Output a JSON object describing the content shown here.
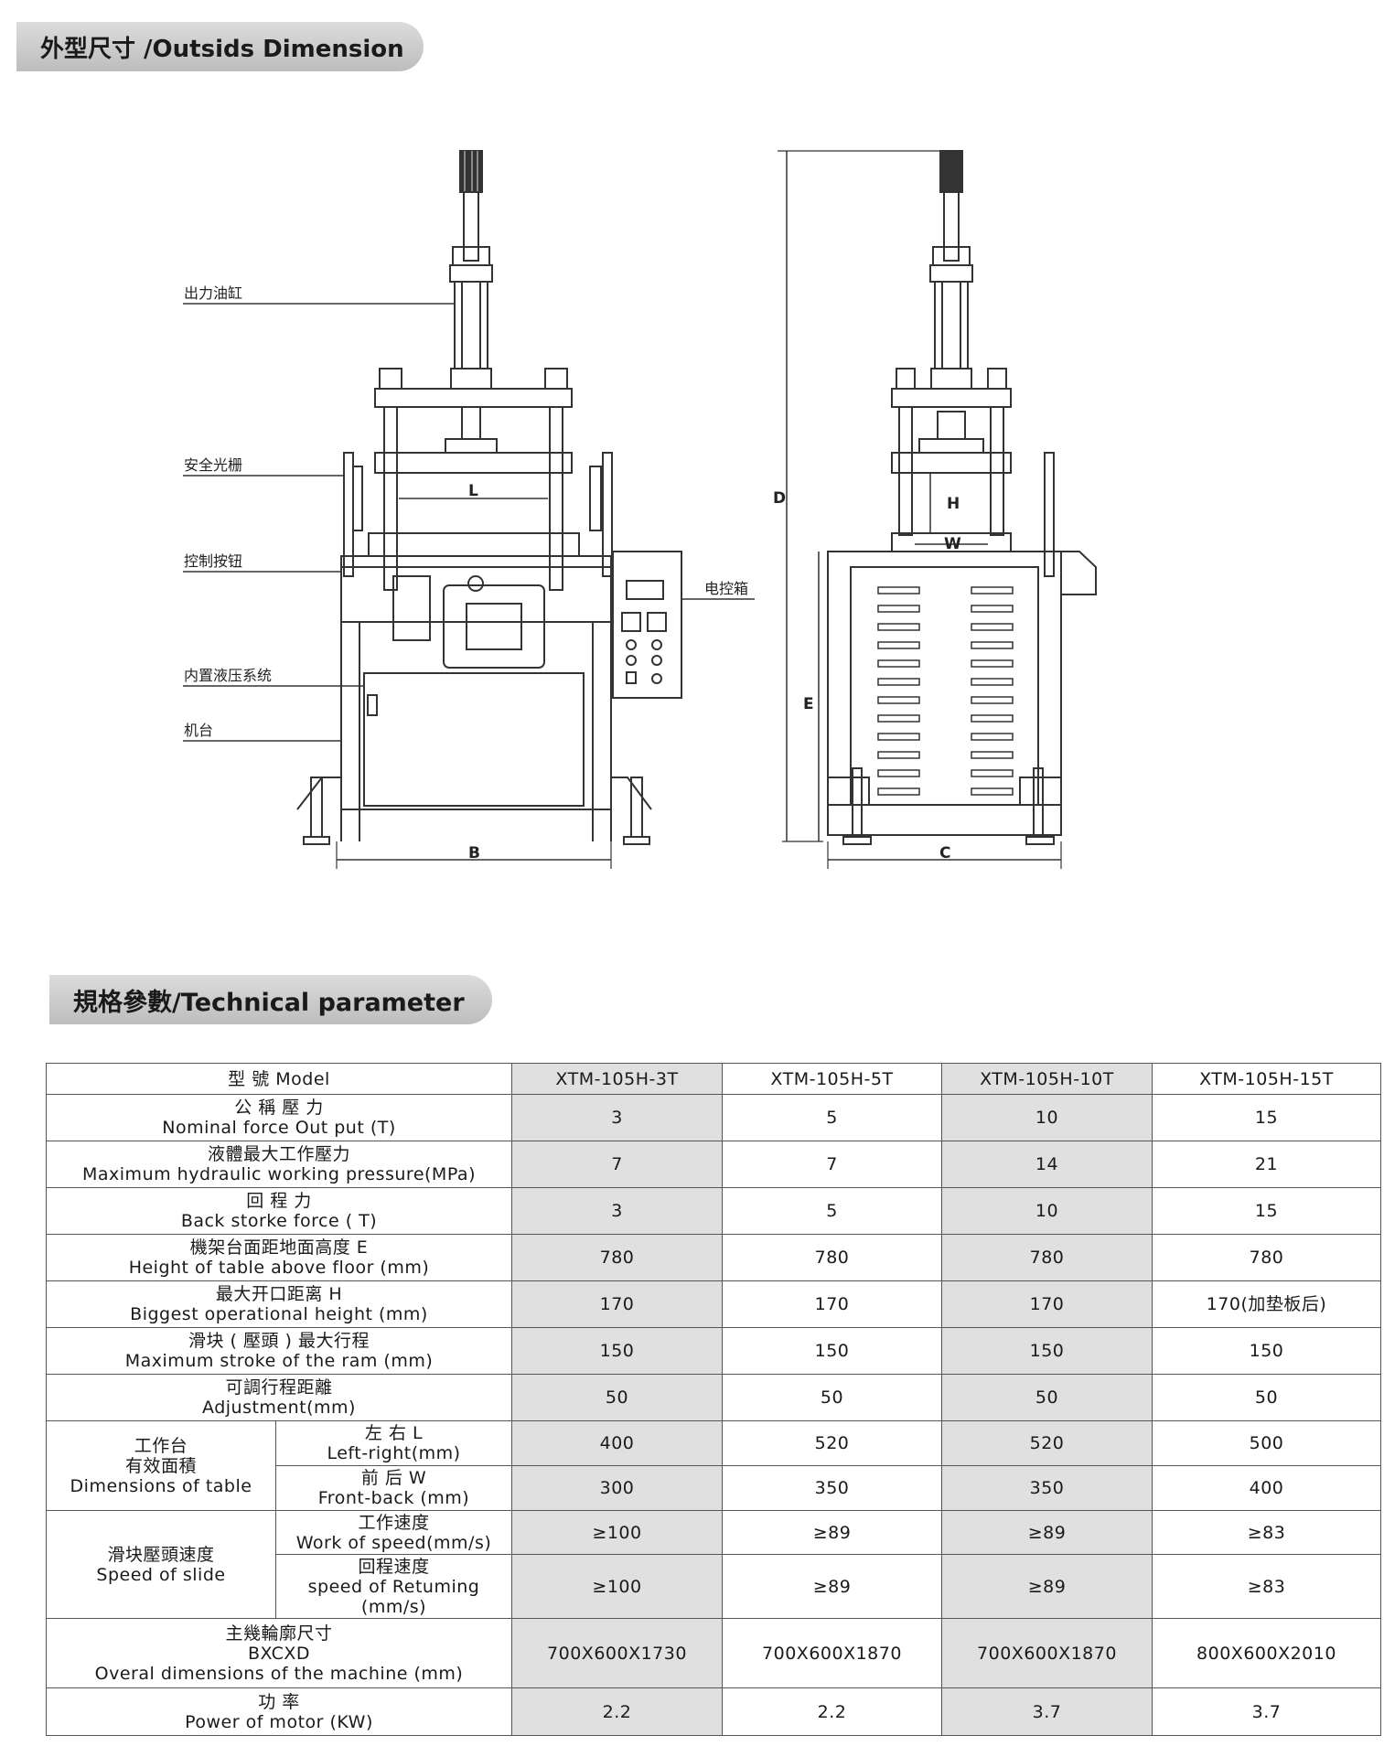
{
  "outside_dimension": {
    "title": "外型尺寸 /Outsids Dimension",
    "callouts": [
      "出力油缸",
      "安全光栅",
      "控制按钮",
      "内置液压系统",
      "机台",
      "电控箱"
    ],
    "dimension_labels": {
      "L": "L",
      "B": "B",
      "H": "H",
      "W": "W",
      "C": "C",
      "D": "D",
      "E": "E"
    }
  },
  "technical_parameter": {
    "title": "規格參數/Technical parameter",
    "header": {
      "label": "型 號 Model",
      "models": [
        "XTM-105H-3T",
        "XTM-105H-5T",
        "XTM-105H-10T",
        "XTM-105H-15T"
      ]
    },
    "rows": [
      {
        "zh": "公 稱 壓 力",
        "en": "Nominal force Out put (T)",
        "values": [
          "3",
          "5",
          "10",
          "15"
        ]
      },
      {
        "zh": "液體最大工作壓力",
        "en": "Maximum hydraulic working pressure(MPa)",
        "values": [
          "7",
          "7",
          "14",
          "21"
        ]
      },
      {
        "zh": "回 程 力",
        "en": "Back storke force ( T)",
        "values": [
          "3",
          "5",
          "10",
          "15"
        ]
      },
      {
        "zh": "機架台面距地面高度 E",
        "en": "Height of table above floor (mm)",
        "values": [
          "780",
          "780",
          "780",
          "780"
        ]
      },
      {
        "zh": "最大开口距离 H",
        "en": "Biggest operational height (mm)",
        "values": [
          "170",
          "170",
          "170",
          "170(加垫板后)"
        ]
      },
      {
        "zh": "滑块 ( 壓頭 ) 最大行程",
        "en": "Maximum stroke of the ram (mm)",
        "values": [
          "150",
          "150",
          "150",
          "150"
        ]
      },
      {
        "zh": "可調行程距離",
        "en": "Adjustment(mm)",
        "values": [
          "50",
          "50",
          "50",
          "50"
        ]
      }
    ],
    "table_group": {
      "zh1": "工作台",
      "zh2": "有效面積",
      "en": "Dimensions of table",
      "rows": [
        {
          "zh": "左 右 L",
          "en": "Left-right(mm)",
          "values": [
            "400",
            "520",
            "520",
            "500"
          ]
        },
        {
          "zh": "前 后 W",
          "en": "Front-back (mm)",
          "values": [
            "300",
            "350",
            "350",
            "400"
          ]
        }
      ]
    },
    "speed_group": {
      "zh": "滑块壓頭速度",
      "en": "Speed of slide",
      "rows": [
        {
          "zh": "工作速度",
          "en": "Work of speed(mm/s)",
          "values": [
            "≥100",
            "≥89",
            "≥89",
            "≥83"
          ]
        },
        {
          "zh": "回程速度",
          "en": "speed of Retuming",
          "en2": "(mm/s)",
          "values": [
            "≥100",
            "≥89",
            "≥89",
            "≥83"
          ]
        }
      ]
    },
    "overall": {
      "zh": "主幾輪廓尺寸",
      "mid": "BXCXD",
      "en": "Overal dimensions of the machine (mm)",
      "values": [
        "700X600X1730",
        "700X600X1870",
        "700X600X1870",
        "800X600X2010"
      ]
    },
    "power": {
      "zh": "功 率",
      "en": "Power of motor (KW)",
      "values": [
        "2.2",
        "2.2",
        "3.7",
        "3.7"
      ]
    }
  }
}
